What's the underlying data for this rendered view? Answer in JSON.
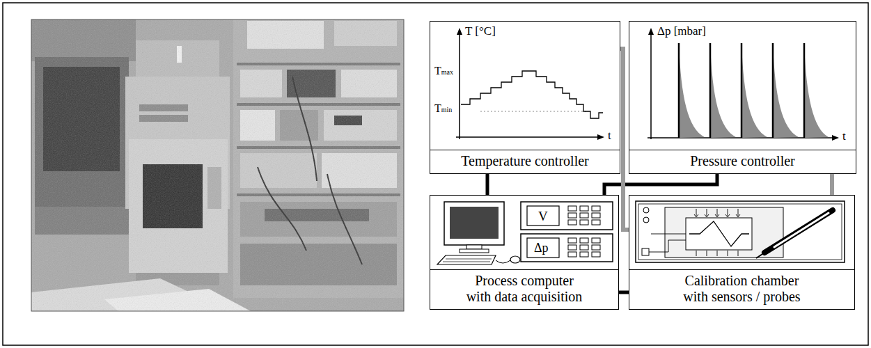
{
  "diagram": {
    "nodes": [
      {
        "text": [
          "Temperature controller"
        ]
      },
      {
        "text": [
          "Pressure controller"
        ]
      },
      {
        "text": [
          "Process computer with data acquisition"
        ]
      },
      {
        "text": [
          "Calibration chamber with sensors / probes"
        ]
      }
    ],
    "edges": [
      {
        "from": 0,
        "to": 2,
        "arrow": "none"
      },
      {
        "from": 2,
        "to": 1,
        "arrow": "none"
      },
      {
        "from": 2,
        "to": 3,
        "arrow": "none"
      },
      {
        "from": 0,
        "to": 3,
        "arrow": "none"
      },
      {
        "from": 1,
        "to": 3,
        "arrow": "none"
      }
    ],
    "labels": [
      "T [°C]",
      "Tmax",
      "Tmin",
      "t",
      "Δp [mbar]",
      "t",
      "V",
      "Δp"
    ]
  }
}
